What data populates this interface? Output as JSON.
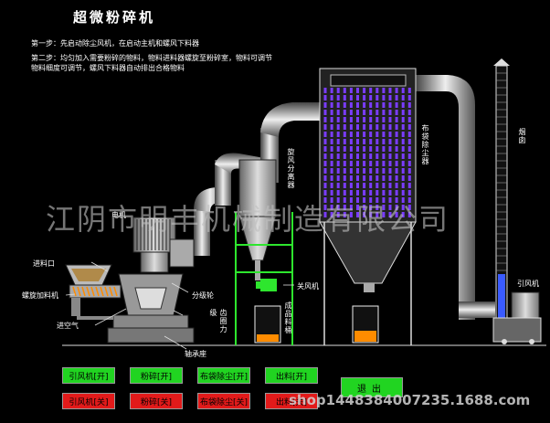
{
  "title": "超微粉碎机",
  "steps": {
    "step1": "第一步：先启动除尘风机，在启动主机和螺风下料器",
    "step2_line1": "第二步：均匀加入需要粉碎的物料，物料进料器螺旋至粉碎室，物料可调节",
    "step2_line2": "物料细度可调节，螺风下料器自动排出合格物料"
  },
  "labels": {
    "motor": "电机",
    "feed_inlet": "进料口",
    "screw_feeder": "螺旋加料机",
    "air_inlet": "进空气",
    "grading_wheel": "分级轮",
    "crushing_force": "齿圈力级",
    "bearing_seat": "轴承座",
    "cyclone": "旋风分离器",
    "closing_fan": "关风机",
    "finished_bin": "成品料桶",
    "bag_filter": "布袋除尘器",
    "induced_fan": "引风机",
    "chimney": "烟囱"
  },
  "buttons_row1": [
    {
      "label": "引风机[开]"
    },
    {
      "label": "粉碎[开]"
    },
    {
      "label": "布袋除尘[开]"
    },
    {
      "label": "出料[开]"
    }
  ],
  "buttons_row2": [
    {
      "label": "引风机[关]"
    },
    {
      "label": "粉碎[关]"
    },
    {
      "label": "布袋除尘[关]"
    },
    {
      "label": "出料[关]"
    }
  ],
  "exit_label": "退出",
  "watermark": "江阴市明丰机械制造有限公司",
  "shop_watermark": "shop1448384007235.1688.com",
  "colors": {
    "on_button": "#21d421",
    "off_button": "#e21a1a",
    "bag_filter_bags": "#7a3cff",
    "frame_green": "#2ee62e",
    "product_orange": "#ff8c00"
  }
}
